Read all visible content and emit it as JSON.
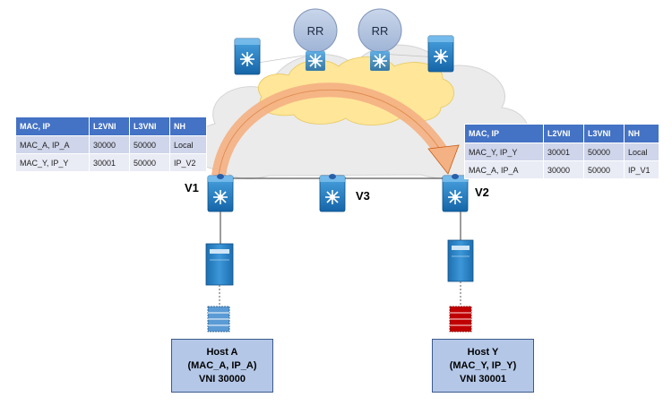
{
  "route_reflectors": [
    {
      "label": "RR"
    },
    {
      "label": "RR"
    }
  ],
  "vteps": [
    {
      "label": "V1"
    },
    {
      "label": "V2"
    },
    {
      "label": "V3"
    }
  ],
  "table_v1": {
    "headers": [
      "MAC, IP",
      "L2VNI",
      "L3VNI",
      "NH"
    ],
    "rows": [
      [
        "MAC_A, IP_A",
        "30000",
        "50000",
        "Local"
      ],
      [
        "MAC_Y, IP_Y",
        "30001",
        "50000",
        "IP_V2"
      ]
    ]
  },
  "table_v2": {
    "headers": [
      "MAC, IP",
      "L2VNI",
      "L3VNI",
      "NH"
    ],
    "rows": [
      [
        "MAC_Y, IP_Y",
        "30001",
        "50000",
        "Local"
      ],
      [
        "MAC_A, IP_A",
        "30000",
        "50000",
        "IP_V1"
      ]
    ]
  },
  "host_a": {
    "line1": "Host A",
    "line2": "(MAC_A, IP_A)",
    "line3": "VNI 30000"
  },
  "host_y": {
    "line1": "Host Y",
    "line2": "(MAC_Y, IP_Y)",
    "line3": "VNI 30001"
  },
  "colors": {
    "switch": "#1e7fc4",
    "cloud": "#ebebeb",
    "underlay_core": "#ffe699",
    "route_arrow": "#f4b183",
    "table_header": "#4472c4",
    "host_box": "#b4c7e7",
    "endpoint_a": "#5b9bd5",
    "endpoint_y": "#c00000"
  },
  "icons": [
    "rr-circle",
    "nexus-switch-icon",
    "server-icon",
    "endpoint-cylinder-icon"
  ]
}
